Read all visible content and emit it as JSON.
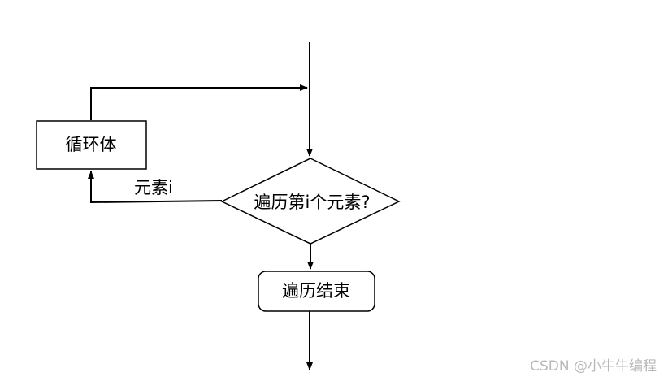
{
  "nodes": {
    "loop_body": "循环体",
    "condition": "遍历第i个元素?",
    "end": "遍历结束"
  },
  "edges": {
    "element_label": "元素i"
  },
  "watermark": "CSDN @小牛牛编程",
  "colors": {
    "stroke": "#000000",
    "background": "#ffffff",
    "watermark": "#b8b8b8"
  }
}
